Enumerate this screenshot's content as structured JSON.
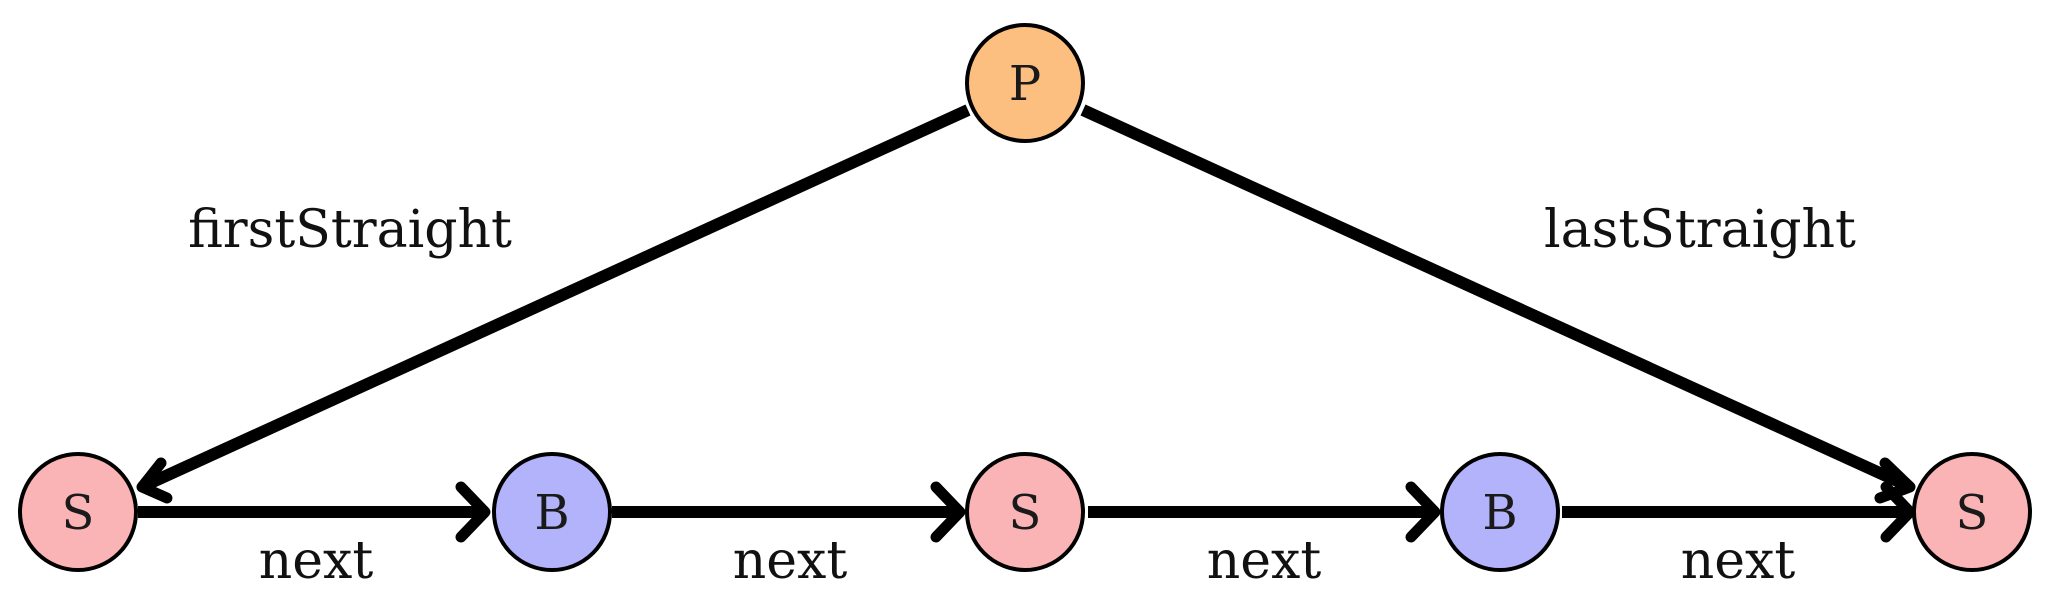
{
  "nodes": [
    {
      "id": "P",
      "label": "P",
      "kind": "parent"
    },
    {
      "id": "S1",
      "label": "S",
      "kind": "straight"
    },
    {
      "id": "B1",
      "label": "B",
      "kind": "bend"
    },
    {
      "id": "S2",
      "label": "S",
      "kind": "straight"
    },
    {
      "id": "B2",
      "label": "B",
      "kind": "bend"
    },
    {
      "id": "S3",
      "label": "S",
      "kind": "straight"
    }
  ],
  "edges": [
    {
      "id": "first-straight",
      "from": "P",
      "to": "S1",
      "label": "firstStraight"
    },
    {
      "id": "last-straight",
      "from": "P",
      "to": "S3",
      "label": "lastStraight"
    },
    {
      "id": "next-1",
      "from": "S1",
      "to": "B1",
      "label": "next"
    },
    {
      "id": "next-2",
      "from": "B1",
      "to": "S2",
      "label": "next"
    },
    {
      "id": "next-3",
      "from": "S2",
      "to": "B2",
      "label": "next"
    },
    {
      "id": "next-4",
      "from": "B2",
      "to": "S3",
      "label": "next"
    }
  ],
  "colors": {
    "parent": "#fdbf80",
    "straight": "#fbb4b6",
    "bend": "#b3b3fc",
    "edge": "#000000"
  }
}
